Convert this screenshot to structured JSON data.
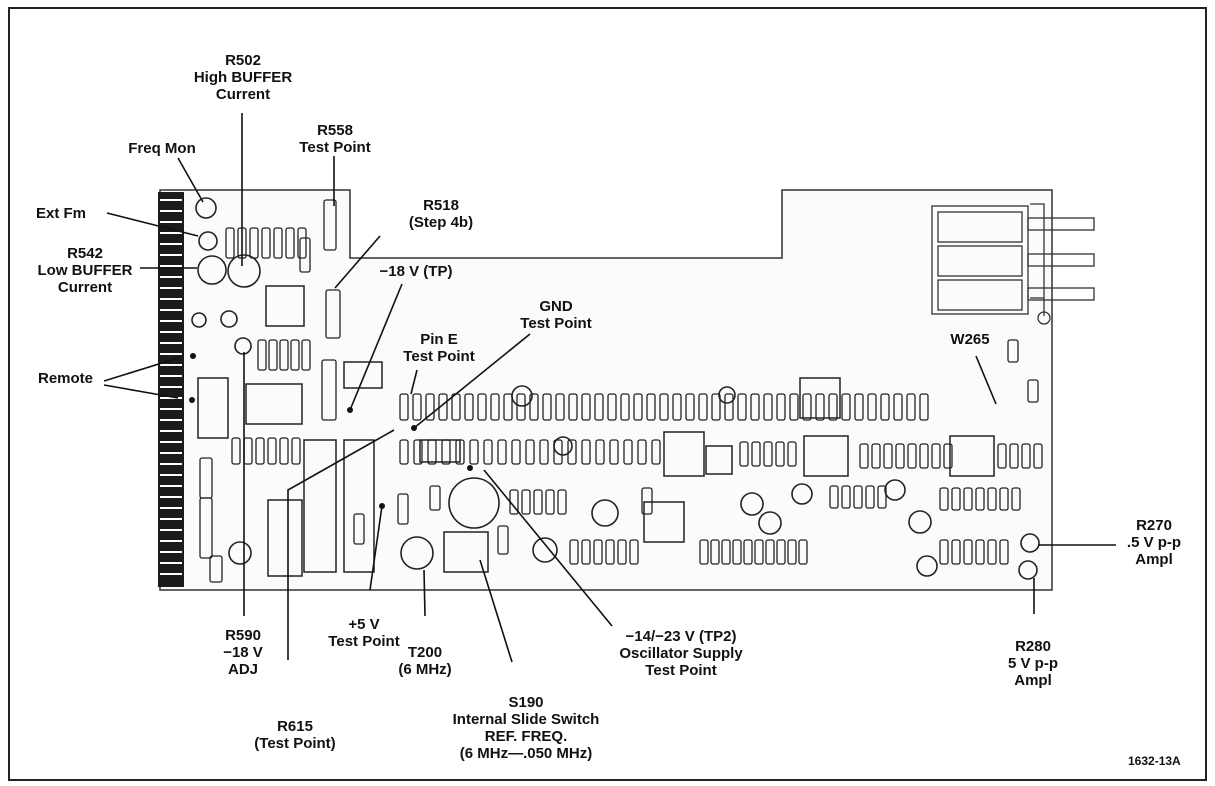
{
  "figure": {
    "number": "1632-13A"
  },
  "labels": {
    "r502": "R502\nHigh BUFFER\nCurrent",
    "freq_mon": "Freq Mon",
    "r558": "R558\nTest Point",
    "ext_fm": "Ext Fm",
    "r518": "R518\n(Step 4b)",
    "r542": "R542\nLow BUFFER\nCurrent",
    "minus18_tp": "−18 V (TP)",
    "gnd": "GND\nTest Point",
    "pin_e": "Pin E\nTest Point",
    "remote": "Remote",
    "w265": "W265",
    "r270": "R270\n.5 V p-p\nAmpl",
    "r590": "R590\n−18 V\nADJ",
    "plus5": "+5 V\nTest Point",
    "t200": "T200\n(6 MHz)",
    "tp2": "−14/−23 V (TP2)\nOscillator Supply\nTest Point",
    "r280": "R280\n5 V p-p\nAmpl",
    "r615": "R615\n(Test Point)",
    "s190": "S190\nInternal Slide Switch\nREF. FREQ.\n(6 MHz—.050 MHz)"
  }
}
